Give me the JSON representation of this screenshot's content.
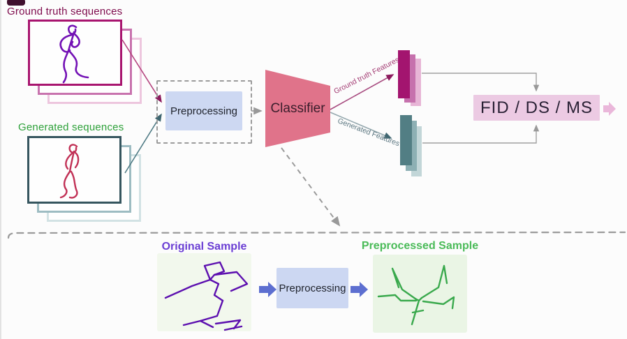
{
  "diagram": {
    "top": {
      "ground_truth": {
        "label": "Ground truth sequences",
        "label_color": "#7e0b4c",
        "frame_borders": [
          "#a8156f",
          "#c873ae",
          "#edc6de"
        ],
        "figure_color": "#7311b5"
      },
      "generated": {
        "label": "Generated sequences",
        "label_color": "#2ea13a",
        "frame_borders": [
          "#35555e",
          "#9dbcc2",
          "#d2e2e4"
        ],
        "figure_color": "#c13055"
      },
      "preprocessing": {
        "label": "Preprocessing",
        "fill": "#cdd8f2",
        "text_color": "#20242e"
      },
      "classifier": {
        "label": "Classifier",
        "fill": "#e0738a",
        "text_color": "#3a1d2b"
      },
      "gt_features": {
        "label": "Ground truth Features",
        "label_color": "#a23a72",
        "bar_colors": [
          "#a3156f",
          "#c671ad",
          "#e7b5d6"
        ]
      },
      "gen_features": {
        "label": "Generated Features",
        "label_color": "#5b7680",
        "bar_colors": [
          "#527e84",
          "#8db0b4",
          "#c2d6d8"
        ]
      },
      "metrics": {
        "label": "FID / DS / MS",
        "fill": "#eccae3",
        "text_color": "#2a2135",
        "out_arrow_color": "#eab7da"
      }
    },
    "bottom": {
      "original": {
        "label": "Original Sample",
        "label_color": "#6b3fd4",
        "box_bg": "#f2f8ed",
        "figure_color": "#5c0faf"
      },
      "preprocessing": {
        "label": "Preprocessing",
        "fill": "#ccd7f2",
        "text_color": "#20242e"
      },
      "preprocessed": {
        "label": "Preprocessed Sample",
        "label_color": "#4abb58",
        "box_bg": "#eaf5e5",
        "figure_color": "#3aa94d"
      },
      "flow_arrow_color": "#5d6fd0"
    },
    "connectors": {
      "gray": "#a0a0a0",
      "magenta_in": "#b4447e",
      "teal_in": "#4e7a84",
      "magenta_out": "#a84c80",
      "teal_out": "#95a8ae",
      "dashed": "#9a9a9a"
    }
  }
}
